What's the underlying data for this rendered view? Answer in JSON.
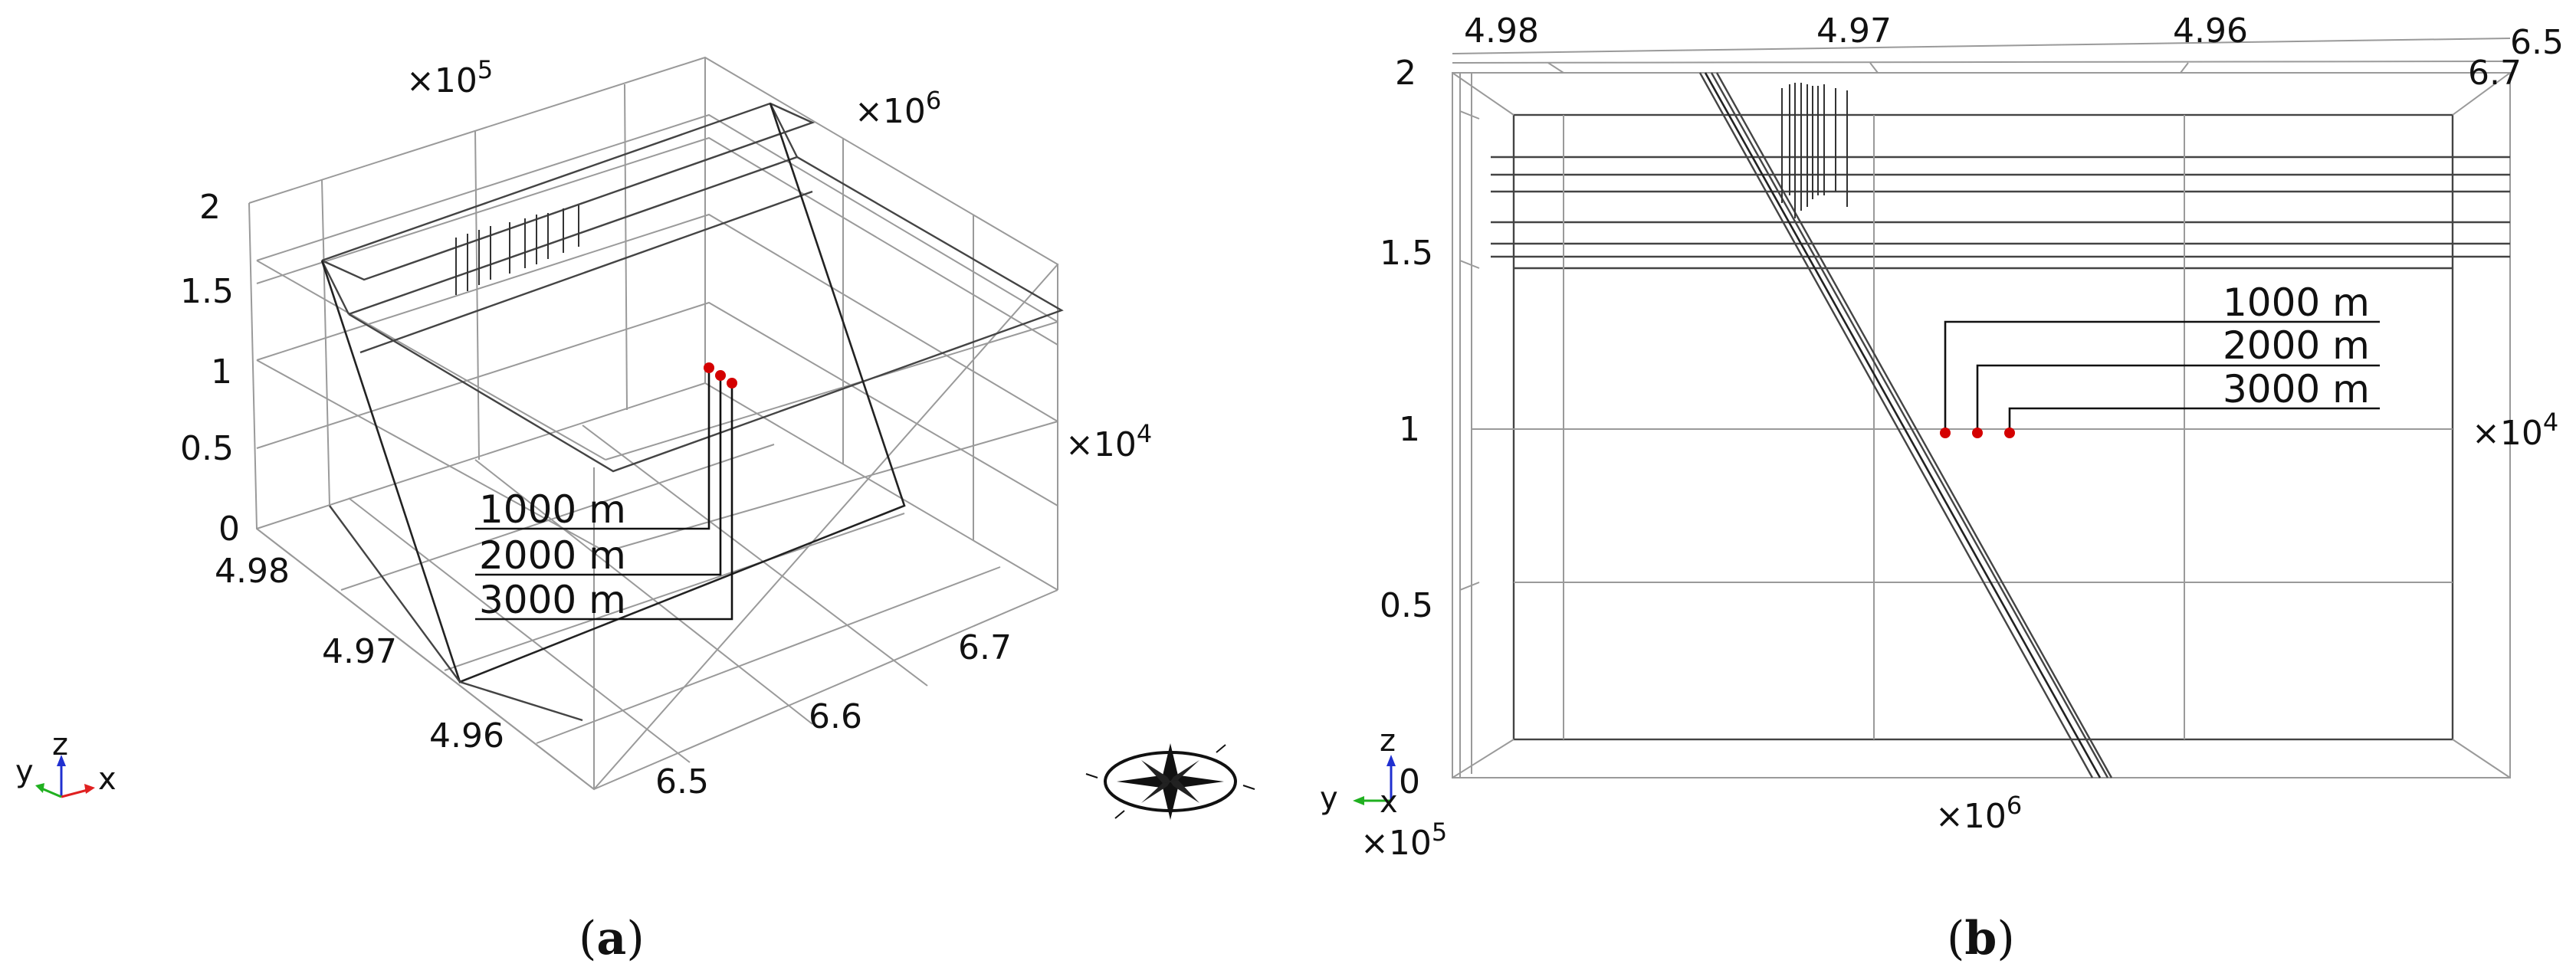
{
  "panel_a": {
    "caption_letter": "a",
    "multiplier_x": "×10",
    "multiplier_x_exp": "5",
    "multiplier_y": "×10",
    "multiplier_y_exp": "6",
    "multiplier_z": "×10",
    "multiplier_z_exp": "4",
    "z_ticks": [
      "2",
      "1.5",
      "1",
      "0.5",
      "0"
    ],
    "x_ticks": [
      "4.98",
      "4.97",
      "4.96"
    ],
    "y_ticks": [
      "6.5",
      "6.6",
      "6.7"
    ],
    "triad": {
      "y": "y",
      "z": "z",
      "x": "x"
    },
    "labels": [
      "1000 m",
      "2000 m",
      "3000 m"
    ]
  },
  "panel_b": {
    "caption_letter": "b",
    "multiplier_x": "×10",
    "multiplier_x_exp": "5",
    "multiplier_y": "×10",
    "multiplier_y_exp": "6",
    "multiplier_z": "×10",
    "multiplier_z_exp": "4",
    "z_ticks": [
      "2",
      "1.5",
      "1",
      "0.5",
      "0"
    ],
    "x_ticks": [
      "4.98",
      "4.97",
      "4.96"
    ],
    "y_ticks": [
      "6.5",
      "6.7"
    ],
    "triad": {
      "y": "y",
      "z": "z",
      "x": "x"
    },
    "labels": [
      "1000 m",
      "2000 m",
      "3000 m"
    ]
  },
  "colors": {
    "monitoring_point": "#d40000",
    "triad_x": "#e02020",
    "triad_y": "#20b020",
    "triad_z": "#2030d0"
  }
}
